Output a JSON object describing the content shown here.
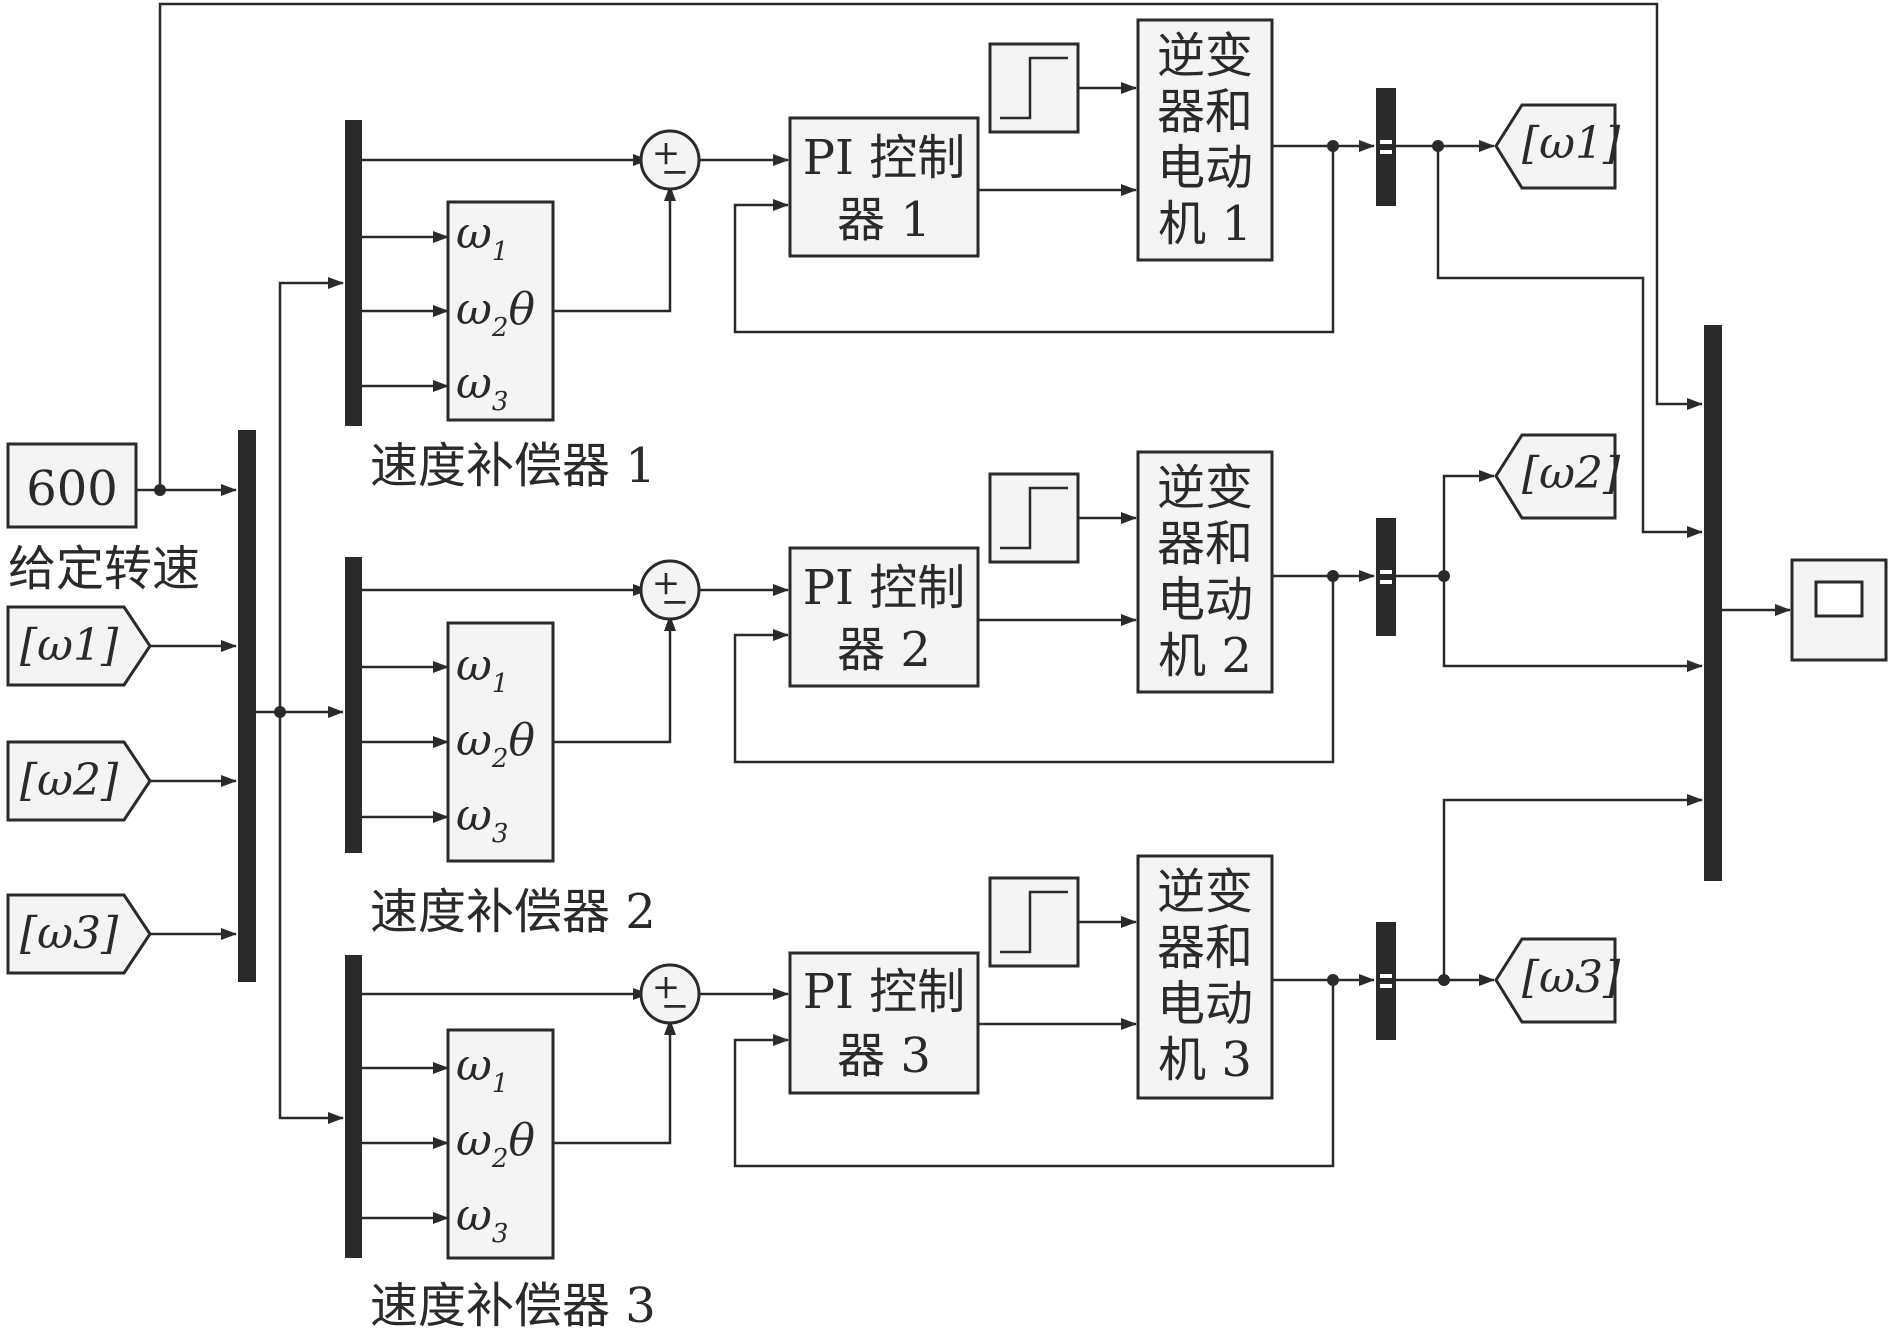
{
  "source_block": {
    "value": "600",
    "label": "给定转速"
  },
  "goto_tags": [
    "[ω1]",
    "[ω2]",
    "[ω3]"
  ],
  "from_tags": [
    "[ω1]",
    "[ω2]",
    "[ω3]"
  ],
  "compensators": [
    {
      "label": "速度补偿器 1",
      "ports": [
        "ω1",
        "ω2θ",
        "ω3"
      ]
    },
    {
      "label": "速度补偿器 2",
      "ports": [
        "ω1",
        "ω2θ",
        "ω3"
      ]
    },
    {
      "label": "速度补偿器 3",
      "ports": [
        "ω1",
        "ω2θ",
        "ω3"
      ]
    }
  ],
  "controllers": [
    {
      "line1": "PI 控制",
      "line2": "器 1"
    },
    {
      "line1": "PI 控制",
      "line2": "器 2"
    },
    {
      "line1": "PI 控制",
      "line2": "器 3"
    }
  ],
  "motors": [
    {
      "line1": "逆变",
      "line2": "器和",
      "line3": "电动",
      "line4": "机 1"
    },
    {
      "line1": "逆变",
      "line2": "器和",
      "line3": "电动",
      "line4": "机 2"
    },
    {
      "line1": "逆变",
      "line2": "器和",
      "line3": "电动",
      "line4": "机 3"
    }
  ],
  "sum_signs": {
    "plus": "+",
    "minus": "−"
  },
  "port_labels": {
    "w": "ω",
    "s1": "1",
    "s2": "2",
    "s3": "3",
    "theta": "θ"
  }
}
